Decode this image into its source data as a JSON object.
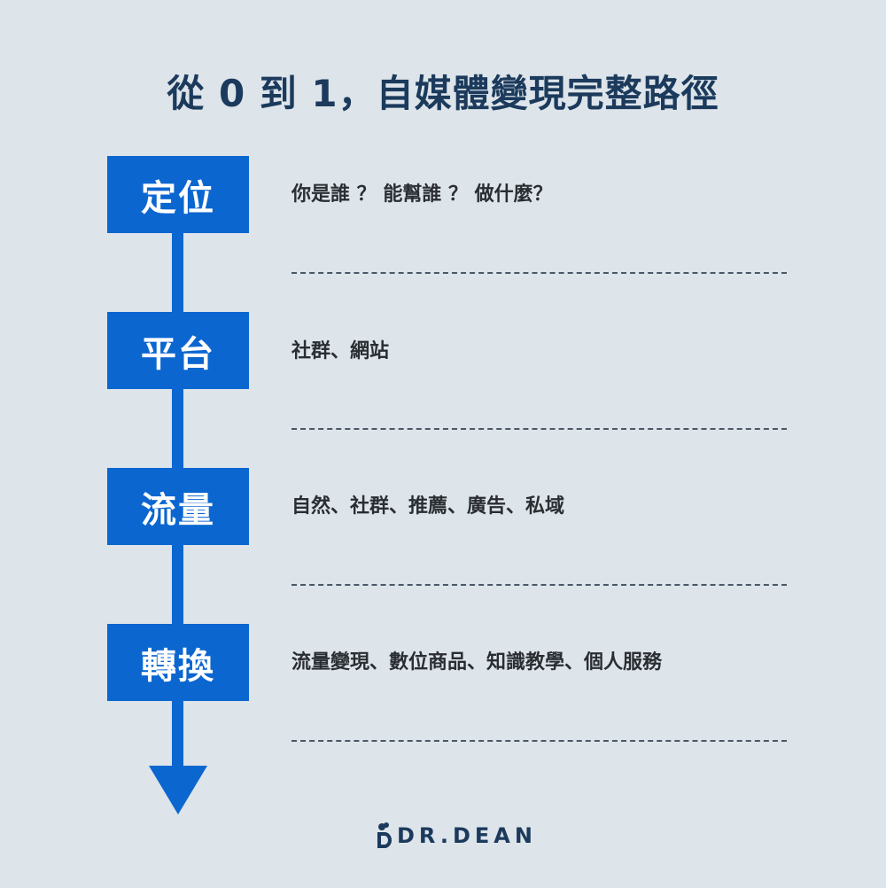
{
  "title": "從 0 到 1，自媒體變現完整路徑",
  "colors": {
    "background": "#dde4ea",
    "accent": "#0b66d0",
    "title": "#1b3a5c",
    "text": "#2a2e33"
  },
  "stages": [
    {
      "label": "定位",
      "description": "你是誰 ？ 能幫誰 ？ 做什麼？"
    },
    {
      "label": "平台",
      "description": "社群、網站"
    },
    {
      "label": "流量",
      "description": "自然、社群、推薦、廣告、私域"
    },
    {
      "label": "轉換",
      "description": "流量變現、數位商品、知識教學、個人服務"
    }
  ],
  "logo": {
    "text": "DR.DEAN",
    "icon": "dr-dean-head-icon"
  }
}
